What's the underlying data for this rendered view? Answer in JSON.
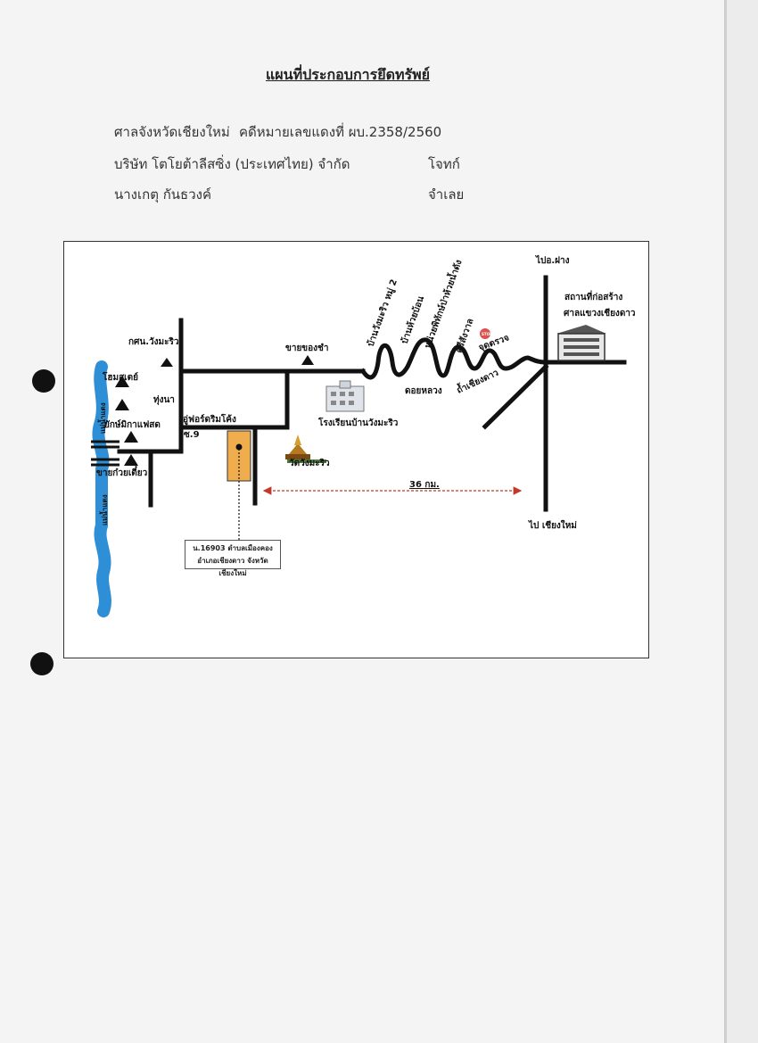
{
  "document": {
    "title": "แผนที่ประกอบการยึดทรัพย์",
    "court": "ศาลจังหวัดเชียงใหม่",
    "case_number": "คดีหมายเลขแดงที่ ผบ.2358/2560",
    "plaintiff": "บริษัท โตโยต้าลีสซิ่ง (ประเทศไทย) จำกัด",
    "plaintiff_role": "โจทก์",
    "defendant": "นางเกตุ  กันธวงค์",
    "defendant_role": "จำเลย"
  },
  "map": {
    "to_north": "ไปอ.ฝาง",
    "to_south": "ไป เชียงใหม่",
    "construction_site_line1": "สถานที่ก่อสร้าง",
    "construction_site_line2": "ศาลแขวงเชียงดาว",
    "stop_sign": "STOP",
    "checkpoint": "จุดตรวจ",
    "tham_chiang_dao": "ถ้ำเชียงดาว",
    "doi_luang": "ดอยหลวง",
    "sri_sangwan": "ศรีสังวาล",
    "highland_station": "หน่วยพิทักษ์ป่าห้วยน้ำดัง",
    "ban_huai_bon": "บ้านห้วยบ้อน",
    "ban_wang_makhuea": "บ้านวังมะริว หมู่ 2",
    "roadside_stall": "ขายของชำ",
    "school": "โรงเรียนบ้านวังมะริว",
    "temple": "วัดวังมะริว",
    "village_office": "กศน.วังมะริว",
    "homestay": "โฮมสเตย์",
    "thung_na": "ทุ่งนา",
    "cafe": "ยักษ์มิกาแฟสด",
    "noodle_shop": "ขายก๋วยเตี๋ยว",
    "repair_shop": "อู่ฟอร์ดริมโค้ง",
    "soi": "ซ.9",
    "river_upper": "แม่น้ำแตง",
    "river_lower": "แม่น้ำแตง",
    "distance": "36 กม.",
    "parcel_line1": "น.16903  ตำบลเมืองคอง",
    "parcel_line2": "อำเภอเชียงดาว จังหวัดเชียงใหม่"
  },
  "colors": {
    "parcel": "#f0ad4e",
    "distance_arrow": "#c0392b",
    "river": "#2e8fd6",
    "stop": "#d9534f"
  }
}
